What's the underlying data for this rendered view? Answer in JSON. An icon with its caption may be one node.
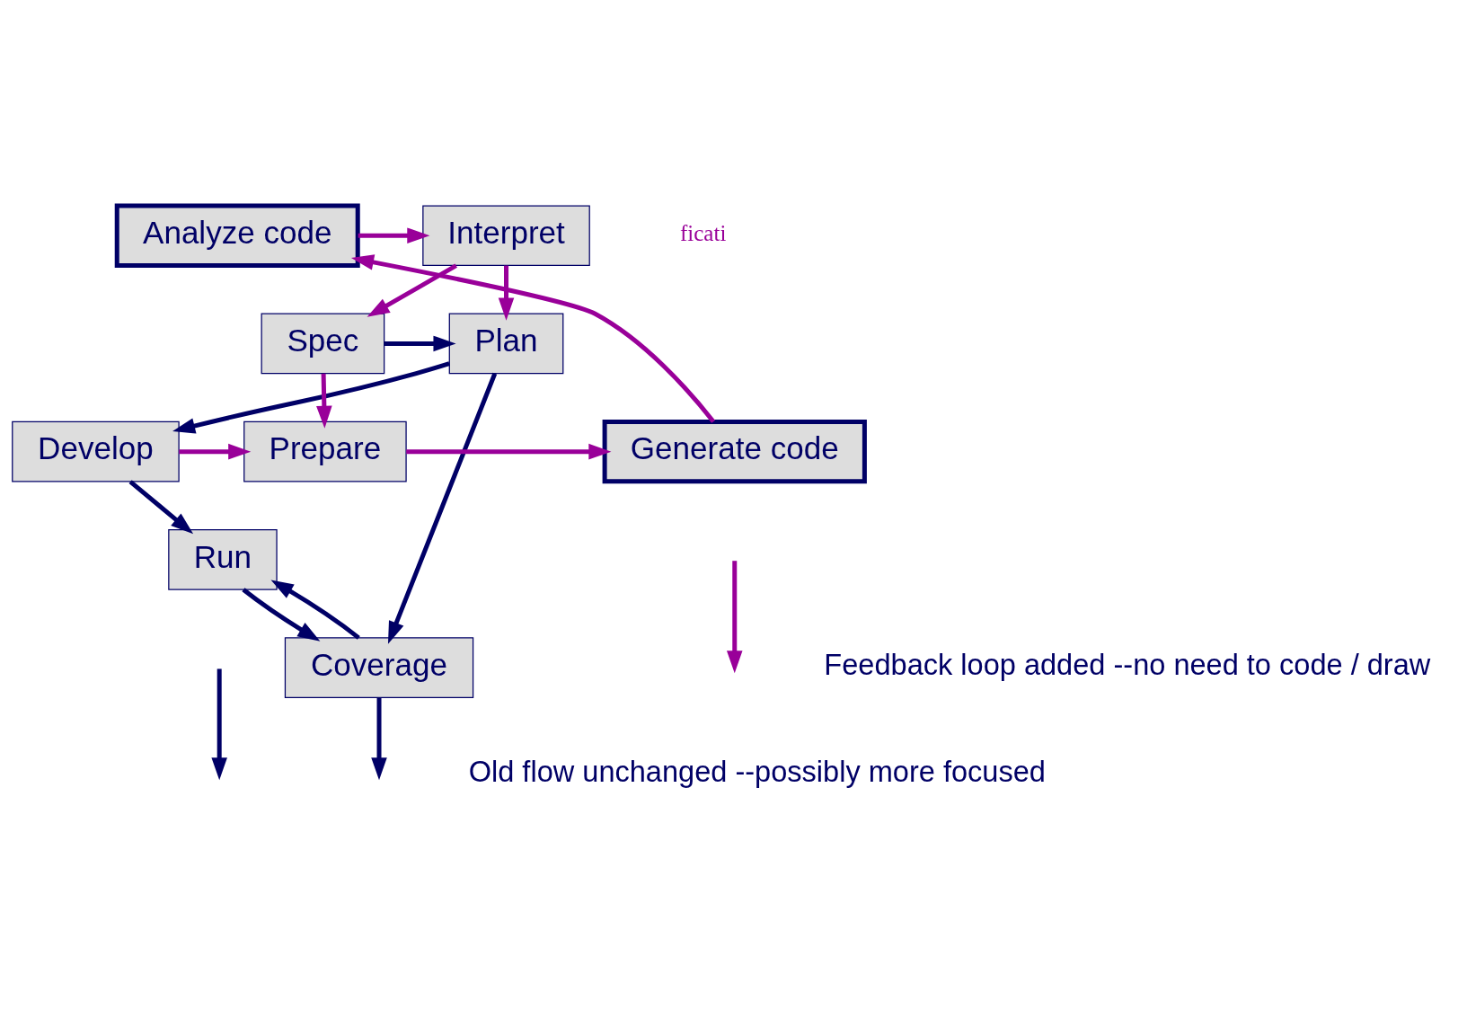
{
  "diagram": {
    "nodes": [
      {
        "text": [
          "Interpret"
        ]
      },
      {
        "text": [
          "Analyze code"
        ]
      },
      {
        "text": [
          "Plan"
        ]
      },
      {
        "text": [
          "Spec"
        ]
      },
      {
        "text": [
          "Develop"
        ]
      },
      {
        "text": [
          "Prepare"
        ]
      },
      {
        "text": [
          "Generate code"
        ]
      },
      {
        "text": [
          "Run"
        ]
      },
      {
        "text": [
          "Coverage"
        ]
      }
    ],
    "edges": [
      {
        "from": 1,
        "to": 0,
        "arrow": "to",
        "color": "#990099"
      },
      {
        "from": 0,
        "to": 2,
        "arrow": "to",
        "color": "#990099"
      },
      {
        "from": 0,
        "to": 3,
        "arrow": "to",
        "color": "#990099"
      },
      {
        "from": 3,
        "to": 2,
        "arrow": "to",
        "color": "#000066"
      },
      {
        "from": 3,
        "to": 5,
        "arrow": "to",
        "color": "#990099"
      },
      {
        "from": 2,
        "to": 4,
        "arrow": "to",
        "color": "#000066"
      },
      {
        "from": 2,
        "to": 8,
        "arrow": "to",
        "color": "#000066"
      },
      {
        "from": 4,
        "to": 5,
        "arrow": "to",
        "color": "#990099"
      },
      {
        "from": 5,
        "to": 6,
        "arrow": "to",
        "color": "#990099"
      },
      {
        "from": 6,
        "to": 1,
        "arrow": "to",
        "color": "#990099"
      },
      {
        "from": 4,
        "to": 7,
        "arrow": "to",
        "color": "#000066"
      },
      {
        "from": 7,
        "to": 8,
        "arrow": "to",
        "color": "#000066"
      },
      {
        "from": 8,
        "to": 7,
        "arrow": "to",
        "color": "#000066"
      },
      {
        "from": 8,
        "to": null,
        "arrow": "to",
        "color": "#000066"
      }
    ],
    "labels": [
      "ficati"
    ],
    "legend": [
      {
        "text": "Feedback loop added --no need to code / draw"
      },
      {
        "text": "Old flow unchanged --possibly more focused"
      }
    ]
  }
}
